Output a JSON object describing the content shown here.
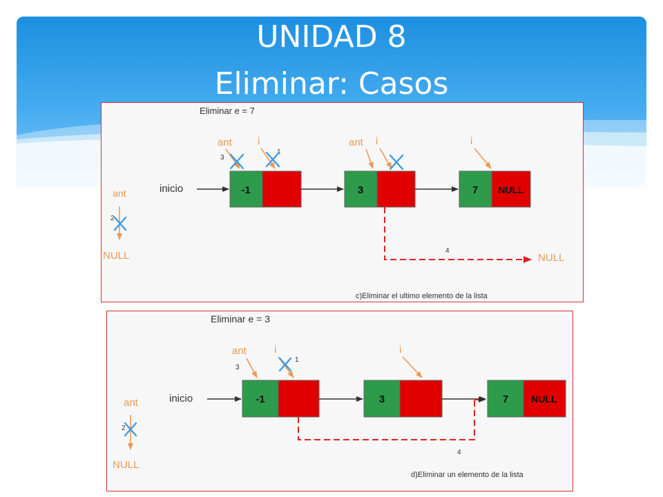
{
  "title": {
    "line1": "UNIDAD 8",
    "line2": "Eliminar: Casos"
  },
  "colors": {
    "green": "#2e9b4c",
    "red": "#e00000",
    "orange": "#e99a52",
    "arrow": "#303030",
    "cross": "#3a9be8",
    "dash": "#e02020"
  },
  "diagram_c": {
    "heading": "Eliminar e = 7",
    "caption": "c)Eliminar el ultimo elemento de la lista",
    "inicio": "inicio",
    "null_target": "NULL",
    "null_side": "NULL",
    "ant_side": "ant",
    "step_side": "2",
    "nodes": [
      {
        "value": "-1",
        "next": ""
      },
      {
        "value": "3",
        "next": ""
      },
      {
        "value": "7",
        "next": "NULL"
      }
    ],
    "labels": {
      "ant1": "ant",
      "i1": "i",
      "ant2": "ant",
      "i2": "i",
      "i3": "i",
      "n3": "3",
      "n1": "1",
      "n4": "4"
    }
  },
  "diagram_d": {
    "heading": "Eliminar e = 3",
    "caption": "d)Eliminar un elemento de la lista",
    "inicio": "inicio",
    "null_side": "NULL",
    "ant_side": "ant",
    "step_side": "2",
    "nodes": [
      {
        "value": "-1",
        "next": ""
      },
      {
        "value": "3",
        "next": ""
      },
      {
        "value": "7",
        "next": "NULL"
      }
    ],
    "labels": {
      "ant1": "ant",
      "i1": "i",
      "i2": "i",
      "n3": "3",
      "n1": "1",
      "n4": "4"
    }
  }
}
